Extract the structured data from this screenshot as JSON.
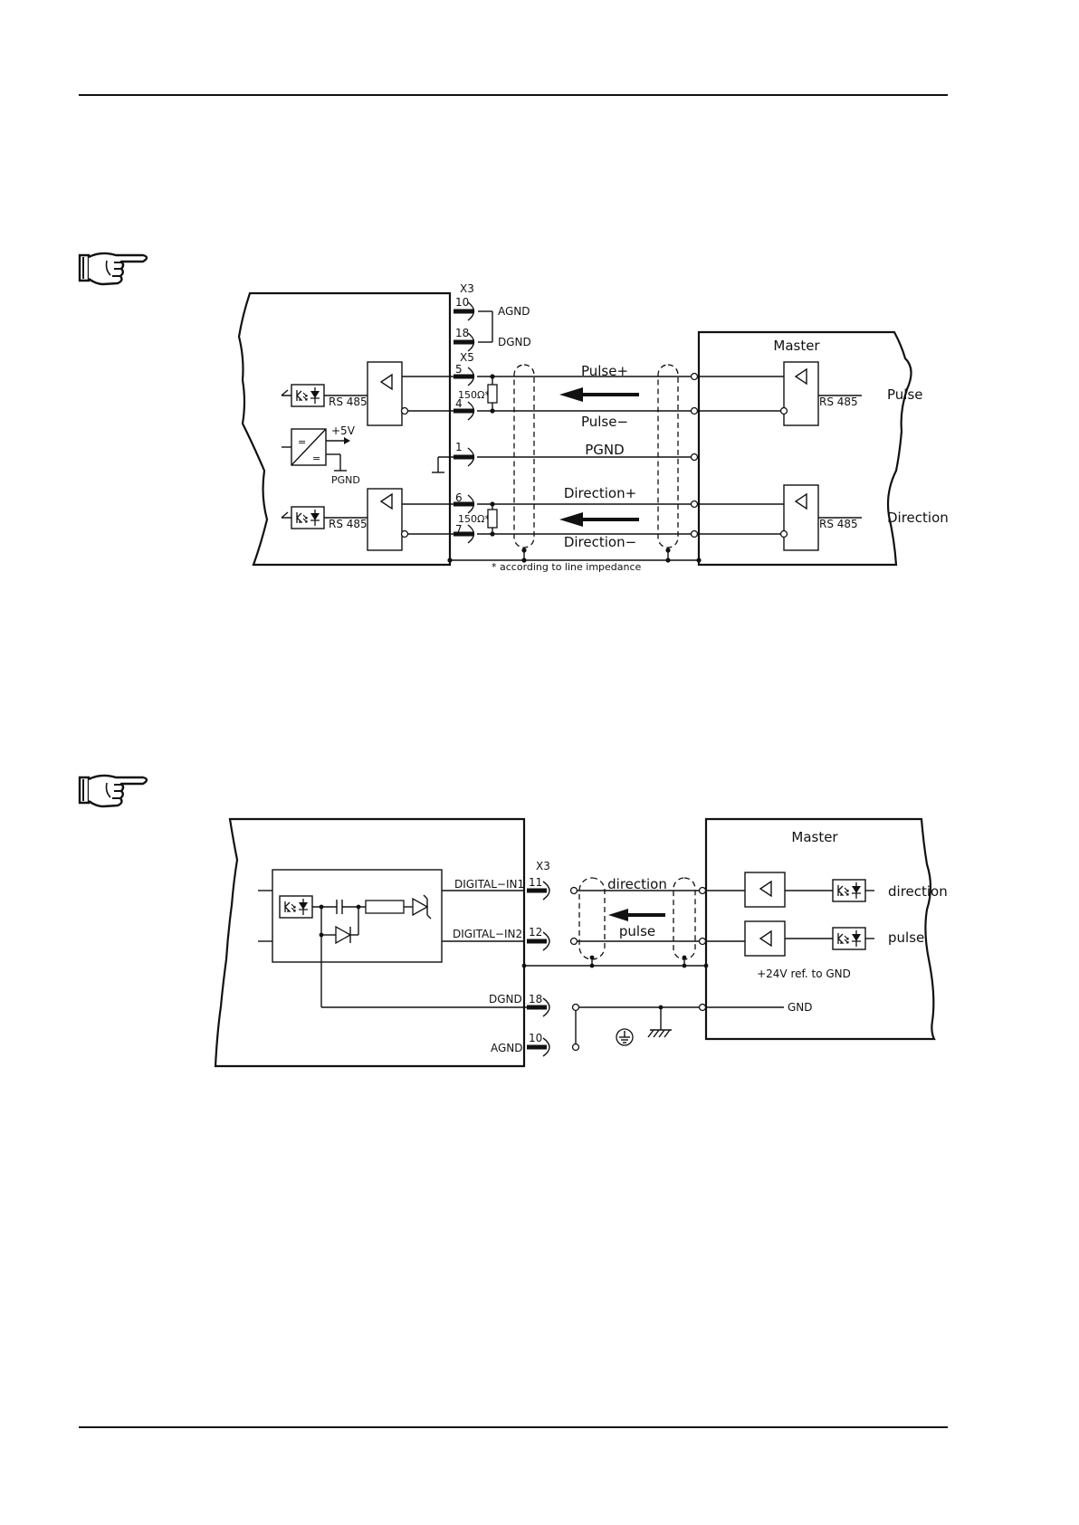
{
  "diagram1": {
    "connector_x3": "X3",
    "pin_10": "10",
    "pin_18": "18",
    "agnd": "AGND",
    "dgnd": "DGND",
    "connector_x5": "X5",
    "pin_5": "5",
    "pin_4": "4",
    "pin_1": "1",
    "pin_6": "6",
    "pin_7": "7",
    "resistor_top": "150Ω*",
    "resistor_bottom": "150Ω*",
    "rs485_left_top": "RS 485",
    "rs485_left_bottom": "RS 485",
    "plus5v": "+5V",
    "pgnd_left": "PGND",
    "master": "Master",
    "rs485_right_top": "RS 485",
    "rs485_right_bottom": "RS 485",
    "pulse_plus": "Pulse+",
    "pulse_minus": "Pulse−",
    "pgnd_line": "PGND",
    "direction_plus": "Direction+",
    "direction_minus": "Direction−",
    "pulse_right": "Pulse",
    "direction_right": "Direction",
    "footnote": "* according to line impedance"
  },
  "diagram2": {
    "master": "Master",
    "connector_x3": "X3",
    "digital_in1": "DIGITAL−IN1",
    "digital_in2": "DIGITAL−IN2",
    "pin_11": "11",
    "pin_12": "12",
    "dgnd": "DGND",
    "pin_18": "18",
    "agnd": "AGND",
    "pin_10": "10",
    "direction_line": "direction",
    "pulse_line": "pulse",
    "direction_right": "direction",
    "pulse_right": "pulse",
    "ref_24v": "+24V ref. to GND",
    "gnd": "GND"
  }
}
